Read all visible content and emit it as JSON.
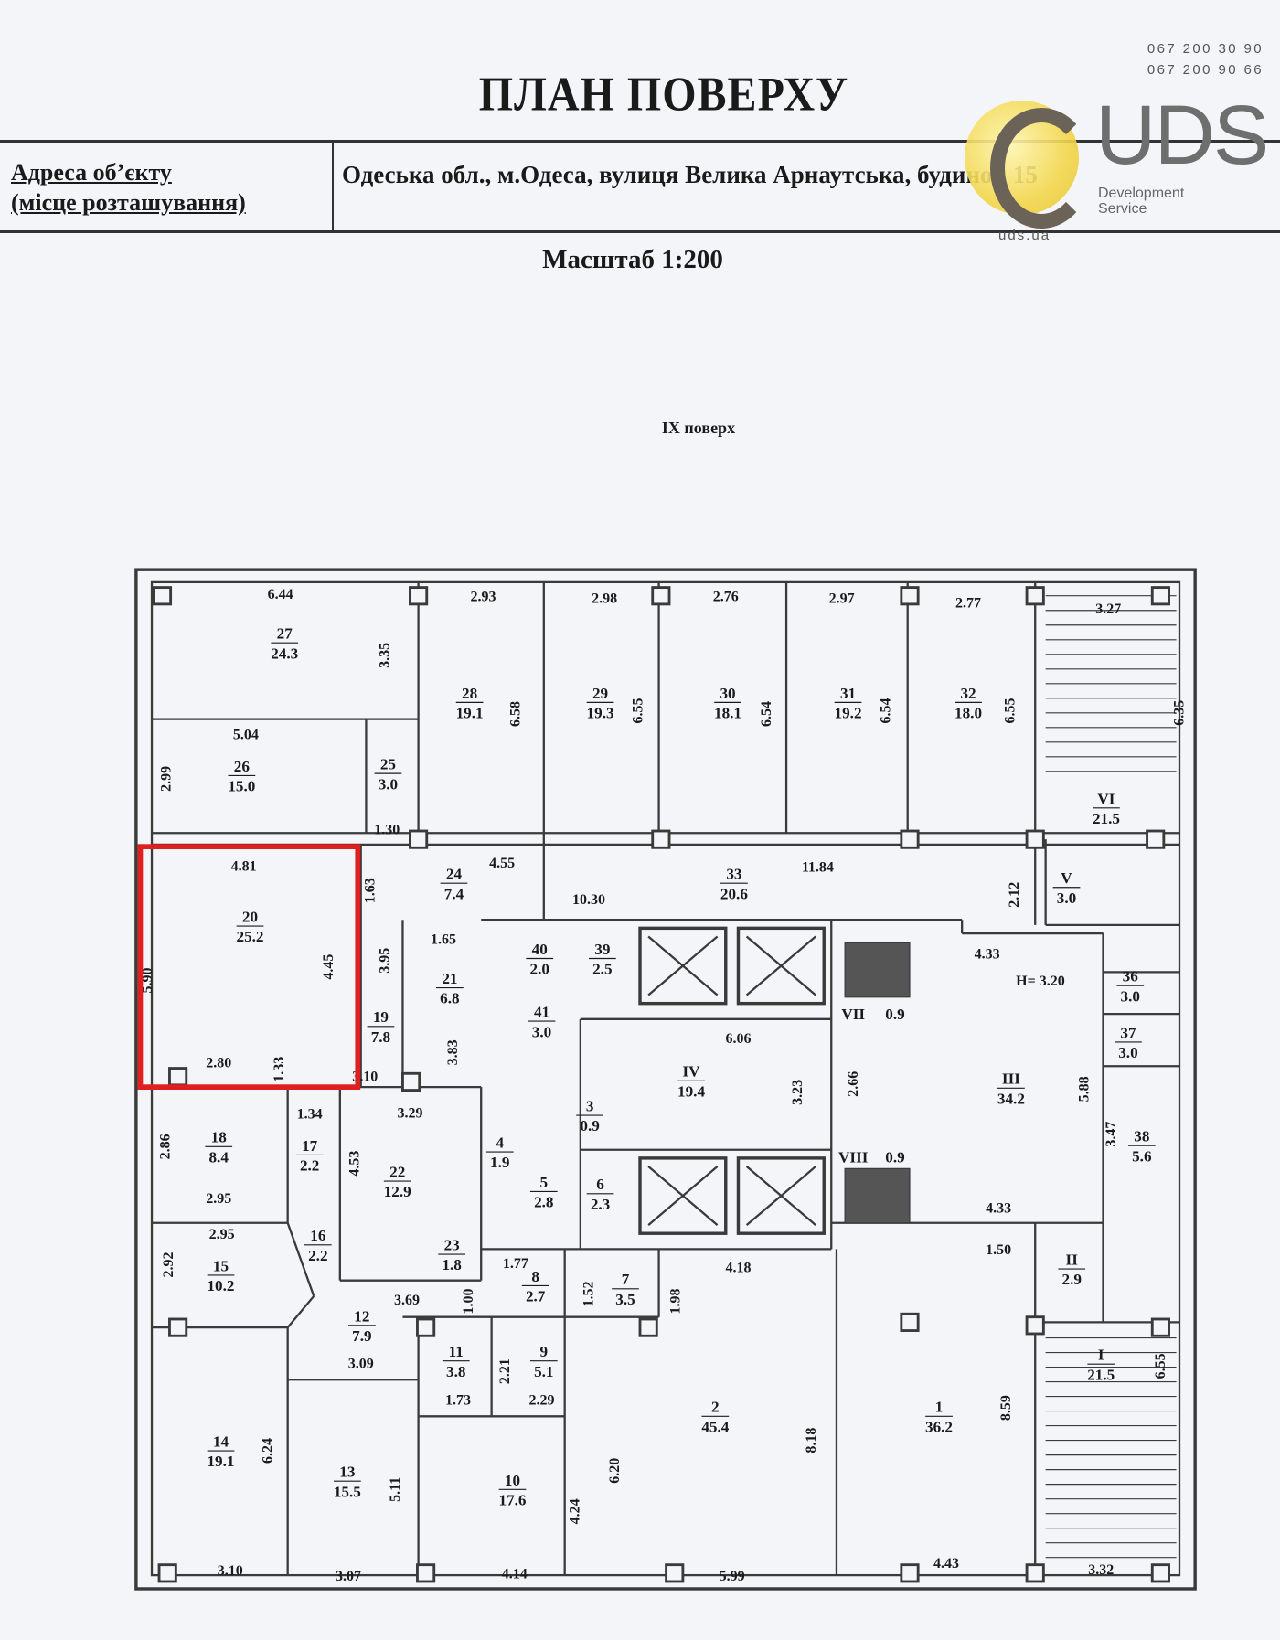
{
  "header": {
    "title": "ПЛАН ПОВЕРХУ",
    "address_label_line1": "Адреса об’єкту",
    "address_label_line2": "(місце розташування)",
    "address_value": "Одеська обл., м.Одеса, вулиця Велика Арнаутська, будинок 15",
    "scale": "Масштаб 1:200",
    "floor": "IX поверх"
  },
  "watermark": {
    "phones": [
      "067 200 30 90",
      "067 200 90 66"
    ],
    "logo_text": "UDS",
    "logo_sub1": "Development",
    "logo_sub2": "Service",
    "url": "uds.ua",
    "logo_color": "#f2d64a"
  },
  "highlight_color": "#e02020",
  "plan": {
    "height_note": "H= 3.20",
    "rooms": [
      {
        "id": "27",
        "area": "24.3"
      },
      {
        "id": "28",
        "area": "19.1"
      },
      {
        "id": "29",
        "area": "19.3"
      },
      {
        "id": "30",
        "area": "18.1"
      },
      {
        "id": "31",
        "area": "19.2"
      },
      {
        "id": "32",
        "area": "18.0"
      },
      {
        "id": "VI",
        "area": "21.5"
      },
      {
        "id": "26",
        "area": "15.0"
      },
      {
        "id": "25",
        "area": "3.0"
      },
      {
        "id": "20",
        "area": "25.2"
      },
      {
        "id": "24",
        "area": "7.4"
      },
      {
        "id": "33",
        "area": "20.6"
      },
      {
        "id": "V",
        "area": "3.0"
      },
      {
        "id": "40",
        "area": "2.0"
      },
      {
        "id": "39",
        "area": "2.5"
      },
      {
        "id": "21",
        "area": "6.8"
      },
      {
        "id": "19",
        "area": "7.8"
      },
      {
        "id": "41",
        "area": "3.0"
      },
      {
        "id": "IV",
        "area": "19.4"
      },
      {
        "id": "36",
        "area": "3.0"
      },
      {
        "id": "37",
        "area": "3.0"
      },
      {
        "id": "III",
        "area": "34.2"
      },
      {
        "id": "38",
        "area": "5.6"
      },
      {
        "id": "3",
        "area": "0.9"
      },
      {
        "id": "18",
        "area": "8.4"
      },
      {
        "id": "17",
        "area": "2.2"
      },
      {
        "id": "22",
        "area": "12.9"
      },
      {
        "id": "4",
        "area": "1.9"
      },
      {
        "id": "5",
        "area": "2.8"
      },
      {
        "id": "6",
        "area": "2.3"
      },
      {
        "id": "15",
        "area": "10.2"
      },
      {
        "id": "16",
        "area": "2.2"
      },
      {
        "id": "23",
        "area": "1.8"
      },
      {
        "id": "8",
        "area": "2.7"
      },
      {
        "id": "7",
        "area": "3.5"
      },
      {
        "id": "II",
        "area": "2.9"
      },
      {
        "id": "12",
        "area": "7.9"
      },
      {
        "id": "11",
        "area": "3.8"
      },
      {
        "id": "9",
        "area": "5.1"
      },
      {
        "id": "2",
        "area": "45.4"
      },
      {
        "id": "1",
        "area": "36.2"
      },
      {
        "id": "I",
        "area": "21.5"
      },
      {
        "id": "14",
        "area": "19.1"
      },
      {
        "id": "13",
        "area": "15.5"
      },
      {
        "id": "10",
        "area": "17.6"
      },
      {
        "id": "VII",
        "area": "0.9"
      },
      {
        "id": "VIII",
        "area": "0.9"
      }
    ],
    "dimensions": [
      "6.44",
      "2.93",
      "2.98",
      "2.76",
      "2.97",
      "2.77",
      "3.27",
      "3.35",
      "6.58",
      "6.55",
      "6.54",
      "6.54",
      "6.55",
      "6.35",
      "5.04",
      "2.99",
      "1.30",
      "4.81",
      "1.63",
      "4.55",
      "11.84",
      "2.12",
      "10.30",
      "5.90",
      "4.45",
      "3.95",
      "1.65",
      "4.33",
      "6.06",
      "3.83",
      "3.23",
      "2.66",
      "5.88",
      "3.47",
      "2.80",
      "1.33",
      "3.10",
      "1.34",
      "3.29",
      "2.86",
      "4.53",
      "2.95",
      "2.95",
      "2.92",
      "4.33",
      "1.50",
      "1.77",
      "4.18",
      "1.52",
      "1.98",
      "3.69",
      "1.00",
      "3.09",
      "2.21",
      "1.73",
      "2.29",
      "6.55",
      "8.59",
      "8.18",
      "6.20",
      "6.24",
      "5.11",
      "4.24",
      "3.10",
      "3.07",
      "4.14",
      "5.99",
      "4.43",
      "3.32"
    ]
  }
}
